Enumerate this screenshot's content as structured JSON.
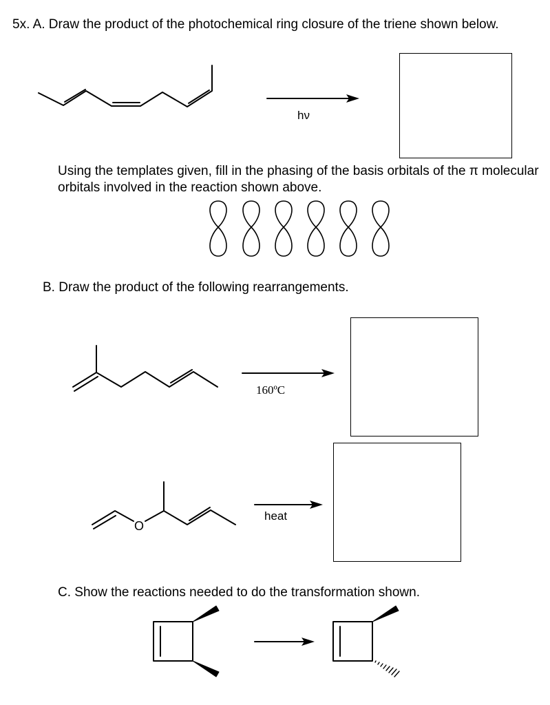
{
  "part_a": {
    "question": "5x. A. Draw the product of the photochemical ring closure of the triene shown below.",
    "arrow_label": "hν",
    "orbital_instruction": "Using the templates given, fill in the phasing of the basis orbitals of the π molecular orbitals involved in the reaction shown above.",
    "orbital_count": 6
  },
  "part_b": {
    "question": "B. Draw the product of the following rearrangements.",
    "reaction1_label": "160ºC",
    "reaction2_label": "heat",
    "oxygen_label": "O"
  },
  "part_c": {
    "question": "C. Show the reactions needed to do the transformation shown."
  }
}
